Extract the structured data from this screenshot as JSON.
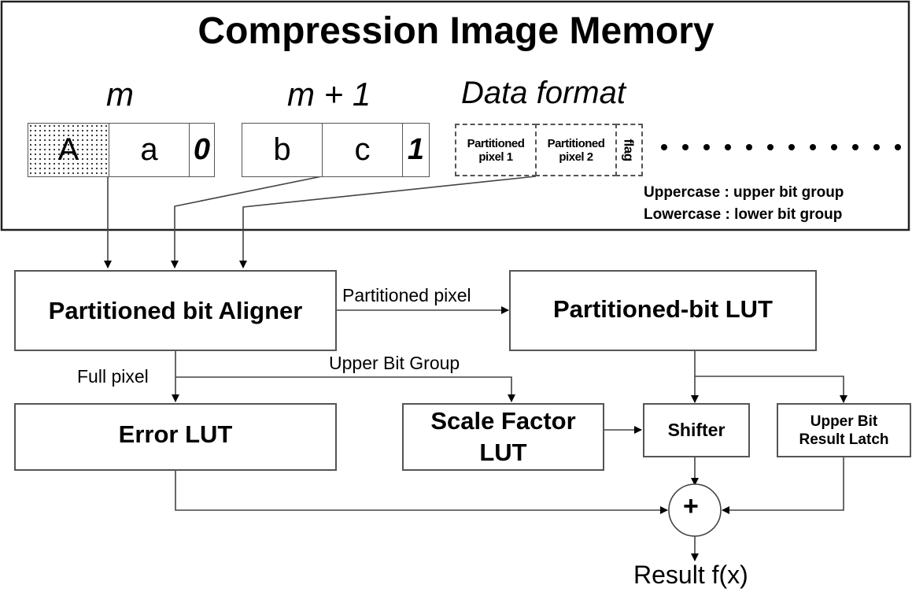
{
  "title": "Compression Image Memory",
  "memory": {
    "word_m": {
      "label": "m",
      "cells": [
        {
          "text": "A",
          "kind": "upper-bit-group",
          "hatched": true
        },
        {
          "text": "a",
          "kind": "lower-bit-group"
        },
        {
          "text": "0",
          "kind": "flag"
        }
      ]
    },
    "word_m1": {
      "label": "m + 1",
      "cells": [
        {
          "text": "b",
          "kind": "lower-bit-group"
        },
        {
          "text": "c",
          "kind": "lower-bit-group"
        },
        {
          "text": "1",
          "kind": "flag"
        }
      ]
    },
    "data_format": {
      "label": "Data format",
      "fields": [
        {
          "line1": "Partitioned",
          "line2": "pixel 1"
        },
        {
          "line1": "Partitioned",
          "line2": "pixel 2"
        },
        {
          "line1": "flag"
        }
      ],
      "continuation_dots": 12
    },
    "legend": [
      "Uppercase : upper bit group",
      "Lowercase : lower bit group"
    ]
  },
  "blocks": {
    "aligner": "Partitioned bit Aligner",
    "pb_lut": "Partitioned-bit LUT",
    "error_lut": "Error LUT",
    "scale_lut_line1": "Scale Factor",
    "scale_lut_line2": "LUT",
    "shifter": "Shifter",
    "latch_line1": "Upper Bit",
    "latch_line2": "Result Latch",
    "adder_symbol": "+"
  },
  "signals": {
    "partitioned_pixel": "Partitioned pixel",
    "full_pixel": "Full pixel",
    "upper_bit_group": "Upper Bit Group",
    "result": "Result f(x)"
  }
}
